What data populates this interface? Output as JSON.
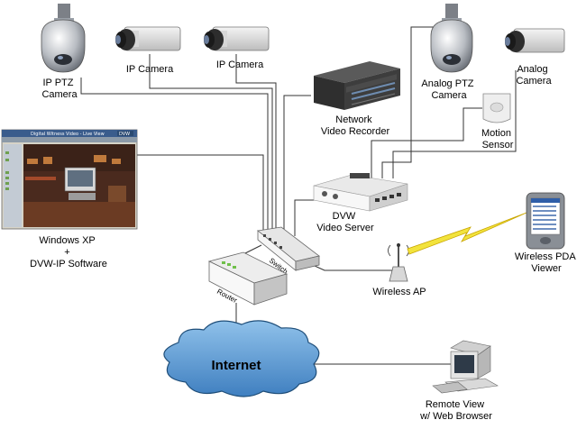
{
  "labels": {
    "ip_ptz_camera": [
      "IP PTZ",
      "Camera"
    ],
    "ip_camera_1": "IP Camera",
    "ip_camera_2": "IP Camera",
    "nvr": [
      "Network",
      "Video Recorder"
    ],
    "analog_ptz_camera": [
      "Analog PTZ",
      "Camera"
    ],
    "analog_camera": [
      "Analog",
      "Camera"
    ],
    "motion_sensor": [
      "Motion",
      "Sensor"
    ],
    "dvw_server": [
      "DVW",
      "Video Server"
    ],
    "windows_pc": [
      "Windows XP",
      "+",
      "DVW-IP Software"
    ],
    "switch": "Switch",
    "router": "Router",
    "wireless_ap": "Wireless AP",
    "wireless_pda": [
      "Wireless PDA",
      "Viewer"
    ],
    "internet": "Internet",
    "remote_view": [
      "Remote View",
      "w/ Web Browser"
    ]
  },
  "screen": {
    "title": "Digital Witness Video - Live View",
    "logo": "DVW"
  },
  "colors": {
    "cloud_fill": "#5b9bd5",
    "cloud_stroke": "#1f4e79",
    "wireless_bolt": "#f2e33c",
    "device_gray": "#d9d9d9",
    "dark_equipment": "#3a3a3a"
  }
}
